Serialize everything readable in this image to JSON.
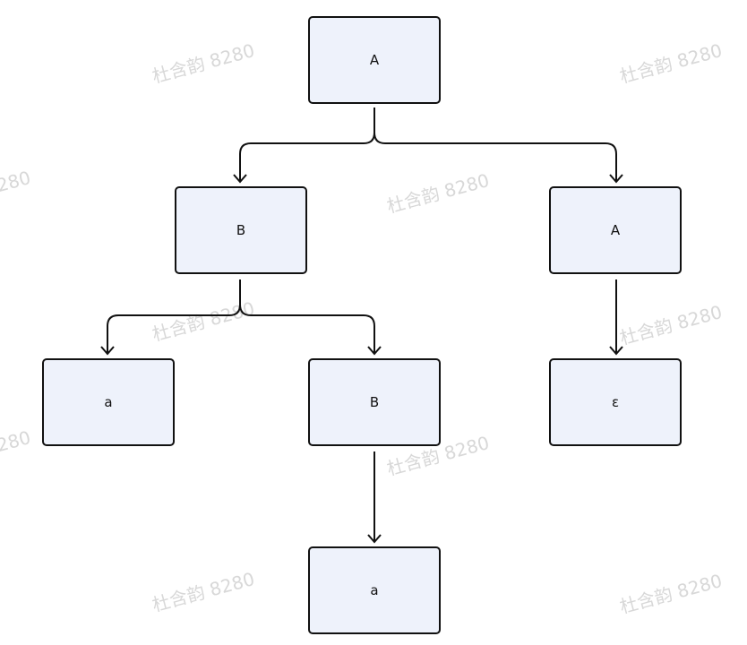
{
  "diagram": {
    "nodes": [
      {
        "id": "n1",
        "label": "A"
      },
      {
        "id": "n2",
        "label": "B"
      },
      {
        "id": "n3",
        "label": "A"
      },
      {
        "id": "n4",
        "label": "a"
      },
      {
        "id": "n5",
        "label": "B"
      },
      {
        "id": "n6",
        "label": "ε"
      },
      {
        "id": "n7",
        "label": "a"
      }
    ],
    "edges": [
      {
        "from": "n1",
        "to": "n2"
      },
      {
        "from": "n1",
        "to": "n3"
      },
      {
        "from": "n2",
        "to": "n4"
      },
      {
        "from": "n2",
        "to": "n5"
      },
      {
        "from": "n3",
        "to": "n6"
      },
      {
        "from": "n5",
        "to": "n7"
      }
    ],
    "colors": {
      "node_fill": "#eef2fb",
      "node_border": "#111111",
      "edge": "#111111"
    }
  },
  "watermark": {
    "text": "杜含韵 8280"
  }
}
